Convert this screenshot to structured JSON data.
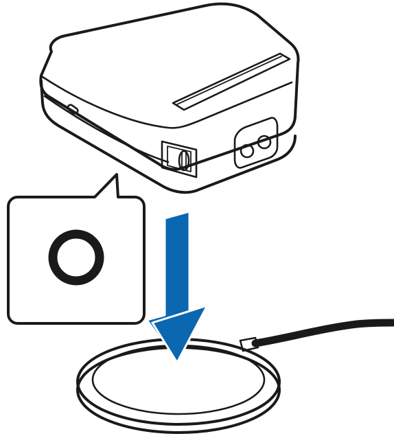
{
  "illustration": {
    "subject": "printer-placed-on-wireless-charging-pad",
    "callout_symbol": "O",
    "colors": {
      "line": "#1a1a1a",
      "arrow": "#0a67b0",
      "background": "#ffffff"
    },
    "icons": [
      "printer-icon",
      "callout-o-symbol",
      "down-arrow-icon",
      "charging-pad-icon",
      "cable-icon"
    ]
  }
}
